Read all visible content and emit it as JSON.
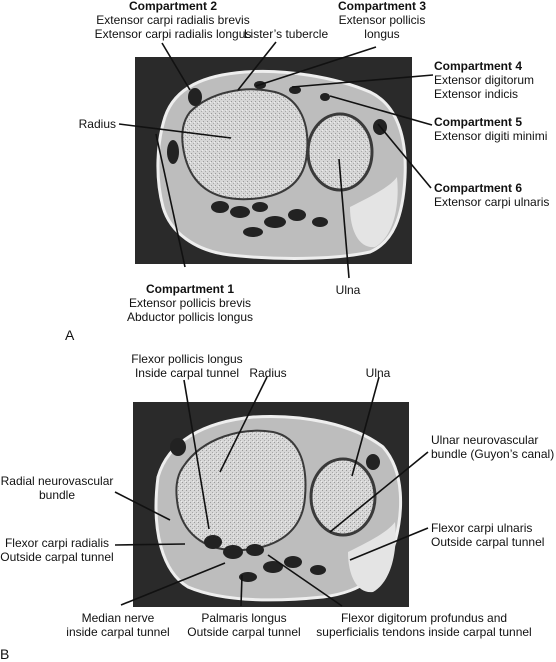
{
  "colors": {
    "background": "#ffffff",
    "mri_dark": "#2a2a2a",
    "bone_marrow": "#d8d8d8",
    "tissue": "#bdbdbd",
    "leader_line": "#111111"
  },
  "panel_a": {
    "letter": "A",
    "labels": {
      "compartment2": {
        "title": "Compartment 2",
        "lines": [
          "Extensor carpi radialis brevis",
          "Extensor carpi radialis longus"
        ]
      },
      "compartment3": {
        "title": "Compartment 3",
        "lines": [
          "Extensor pollicis",
          "longus"
        ]
      },
      "listers": {
        "lines": [
          "Lister’s tubercle"
        ]
      },
      "compartment4": {
        "title": "Compartment 4",
        "lines": [
          "Extensor digitorum",
          "Extensor indicis"
        ]
      },
      "radius": {
        "lines": [
          "Radius"
        ]
      },
      "compartment5": {
        "title": "Compartment 5",
        "lines": [
          "Extensor digiti minimi"
        ]
      },
      "compartment6": {
        "title": "Compartment 6",
        "lines": [
          "Extensor carpi ulnaris"
        ]
      },
      "compartment1": {
        "title": "Compartment 1",
        "lines": [
          "Extensor pollicis brevis",
          "Abductor pollicis longus"
        ]
      },
      "ulna": {
        "lines": [
          "Ulna"
        ]
      }
    }
  },
  "panel_b": {
    "letter": "B",
    "labels": {
      "fpl": {
        "lines": [
          "Flexor pollicis longus",
          "Inside carpal tunnel"
        ]
      },
      "radius": {
        "lines": [
          "Radius"
        ]
      },
      "ulna": {
        "lines": [
          "Ulna"
        ]
      },
      "ulnar_nv": {
        "lines": [
          "Ulnar neurovascular",
          "bundle (Guyon’s canal)"
        ]
      },
      "radial_nv": {
        "lines": [
          "Radial neurovascular",
          "bundle"
        ]
      },
      "fcu": {
        "lines": [
          "Flexor carpi ulnaris",
          "Outside carpal tunnel"
        ]
      },
      "fcr": {
        "lines": [
          "Flexor carpi radialis",
          "Outside carpal tunnel"
        ]
      },
      "median": {
        "lines": [
          "Median nerve",
          "inside carpal tunnel"
        ]
      },
      "palmaris": {
        "lines": [
          "Palmaris longus",
          "Outside carpal tunnel"
        ]
      },
      "fdp": {
        "lines": [
          "Flexor digitorum profundus and",
          "superficialis tendons inside carpal tunnel"
        ]
      }
    }
  }
}
